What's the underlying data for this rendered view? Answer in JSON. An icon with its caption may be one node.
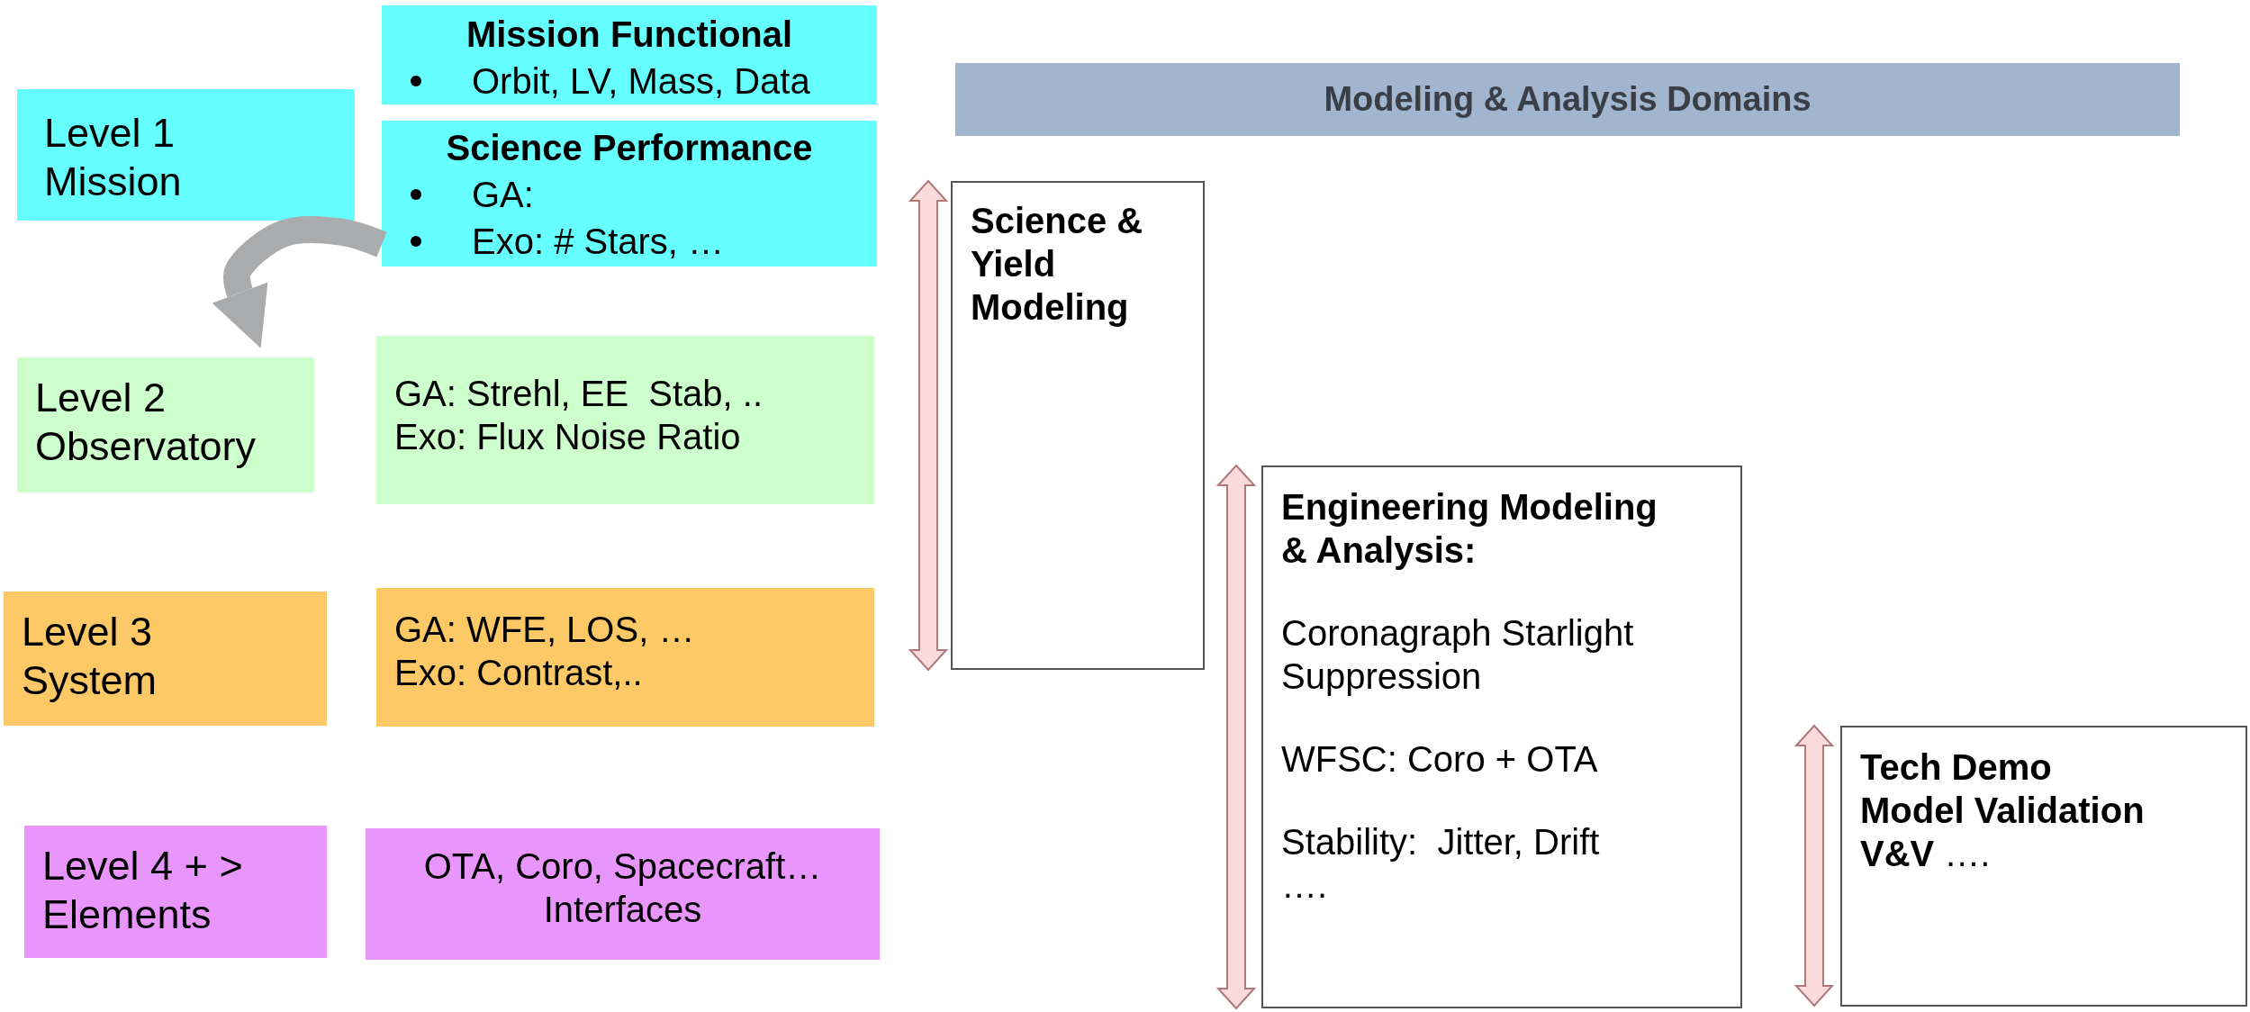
{
  "diagram": {
    "nodes": [
      {
        "text": [
          "Level 1 Mission"
        ]
      },
      {
        "text": [
          "Mission Functional",
          "Orbit, LV, Mass, Data"
        ]
      },
      {
        "text": [
          "Science Performance",
          "GA:",
          "Exo: # Stars, …"
        ]
      },
      {
        "text": [
          "Level 2 Observatory"
        ]
      },
      {
        "text": [
          "GA: Strehl, EE  Stab, ..",
          "Exo: Flux Noise Ratio"
        ]
      },
      {
        "text": [
          "Level 3 System"
        ]
      },
      {
        "text": [
          "GA: WFE, LOS, …",
          "Exo: Contrast,.."
        ]
      },
      {
        "text": [
          "Level 4 + > Elements"
        ]
      },
      {
        "text": [
          "OTA, Coro, Spacecraft…",
          "Interfaces"
        ]
      },
      {
        "text": [
          "Modeling & Analysis Domains"
        ]
      },
      {
        "text": [
          "Science & Yield Modeling"
        ]
      },
      {
        "text": [
          "Engineering Modeling & Analysis:",
          "Coronagraph Starlight Suppression",
          "WFSC: Coro + OTA",
          "Stability:  Jitter, Drift",
          "…."
        ]
      },
      {
        "text": [
          "Tech Demo",
          "Model Validation",
          "**V&V** …."
        ]
      }
    ],
    "edges": [
      {
        "from": 2,
        "to": 3,
        "arrow": "to",
        "color": "#a9abad"
      }
    ]
  }
}
